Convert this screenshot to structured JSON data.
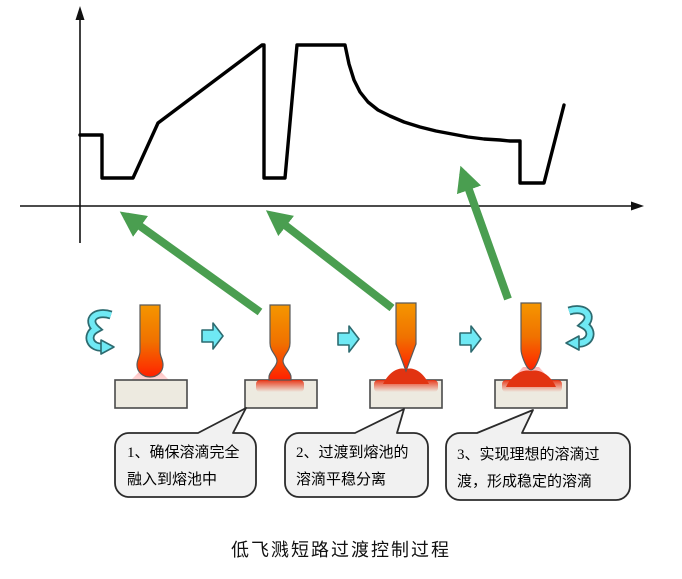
{
  "caption": "低飞溅短路过渡控制过程",
  "callouts": [
    {
      "line1": "1、确保溶滴完全",
      "line2": "融入到熔池中"
    },
    {
      "line1": "2、过渡到熔池的",
      "line2": "溶滴平稳分离"
    },
    {
      "line1": "3、实现理想的溶滴过",
      "line2": "渡，形成稳定的溶滴"
    }
  ],
  "colors": {
    "waveform": "#000000",
    "axis": "#111111",
    "green_arrow": "#4a9e50",
    "cyan_fill": "#6fe9f4",
    "cyan_outline": "#2d6b70",
    "wire_top": "#f59600",
    "wire_bottom": "#ff2400",
    "droplet_red": "#e23311",
    "glow_pink": "#ff7878",
    "workpiece_fill": "#edeae0",
    "workpiece_border": "#4a4a4a",
    "bubble_fill": "#f1f1f1",
    "bubble_border": "#2b2b2b"
  },
  "chart_data": {
    "type": "line",
    "title": "",
    "xlabel": "",
    "ylabel": "",
    "legend": [],
    "axes_labeled": false,
    "waveform_points": [
      [
        80,
        135
      ],
      [
        102,
        135
      ],
      [
        102,
        178
      ],
      [
        133,
        178
      ],
      [
        158,
        123
      ],
      [
        262,
        45
      ],
      [
        264,
        45
      ],
      [
        264,
        178
      ],
      [
        285,
        178
      ],
      [
        297,
        45
      ],
      [
        345,
        45
      ],
      [
        349,
        64
      ],
      [
        354,
        80
      ],
      [
        360,
        92
      ],
      [
        368,
        102
      ],
      [
        378,
        110
      ],
      [
        390,
        116
      ],
      [
        404,
        122
      ],
      [
        420,
        127
      ],
      [
        436,
        131
      ],
      [
        452,
        134
      ],
      [
        468,
        137
      ],
      [
        484,
        139
      ],
      [
        500,
        140
      ],
      [
        510,
        141
      ],
      [
        520,
        141
      ],
      [
        520,
        183
      ],
      [
        544,
        183
      ],
      [
        564,
        105
      ]
    ]
  },
  "green_arrows": [
    {
      "from": [
        260,
        312
      ],
      "to": [
        126,
        216
      ]
    },
    {
      "from": [
        392,
        308
      ],
      "to": [
        272,
        215
      ]
    },
    {
      "from": [
        508,
        299
      ],
      "to": [
        463,
        173
      ]
    }
  ],
  "icons": {
    "cycle_left": "cyan-cycle-arrow",
    "step_right": "cyan-step-arrow",
    "cycle_right": "cyan-cycle-arrow-mirrored"
  }
}
